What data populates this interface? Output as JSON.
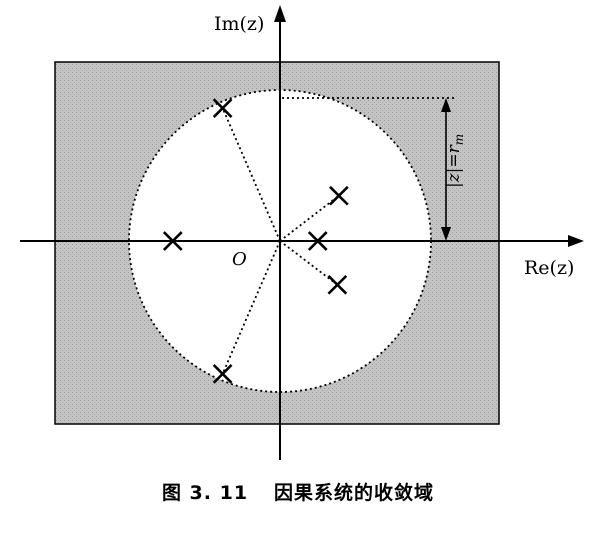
{
  "figure": {
    "axis_labels": {
      "imaginary": "Im(z)",
      "real": "Re(z)"
    },
    "origin_label": "O",
    "radius_label": "|z|=r",
    "radius_subscript": "m",
    "colors": {
      "outside_region": "#bdbdbd",
      "inside_region": "#ffffff",
      "ink": "#000000"
    },
    "poles": [
      {
        "name": "pole-upper-left",
        "re": -0.38,
        "im": 0.88
      },
      {
        "name": "pole-lower-left",
        "re": -0.38,
        "im": -0.88
      },
      {
        "name": "pole-real-left",
        "re": -0.71,
        "im": 0.0
      },
      {
        "name": "pole-real-right",
        "re": 0.25,
        "im": 0.0
      },
      {
        "name": "pole-upper-right",
        "re": 0.39,
        "im": 0.3
      },
      {
        "name": "pole-lower-right",
        "re": 0.38,
        "im": -0.29
      }
    ]
  },
  "caption": {
    "number": "图 3. 11",
    "title": "因果系统的收敛域"
  }
}
